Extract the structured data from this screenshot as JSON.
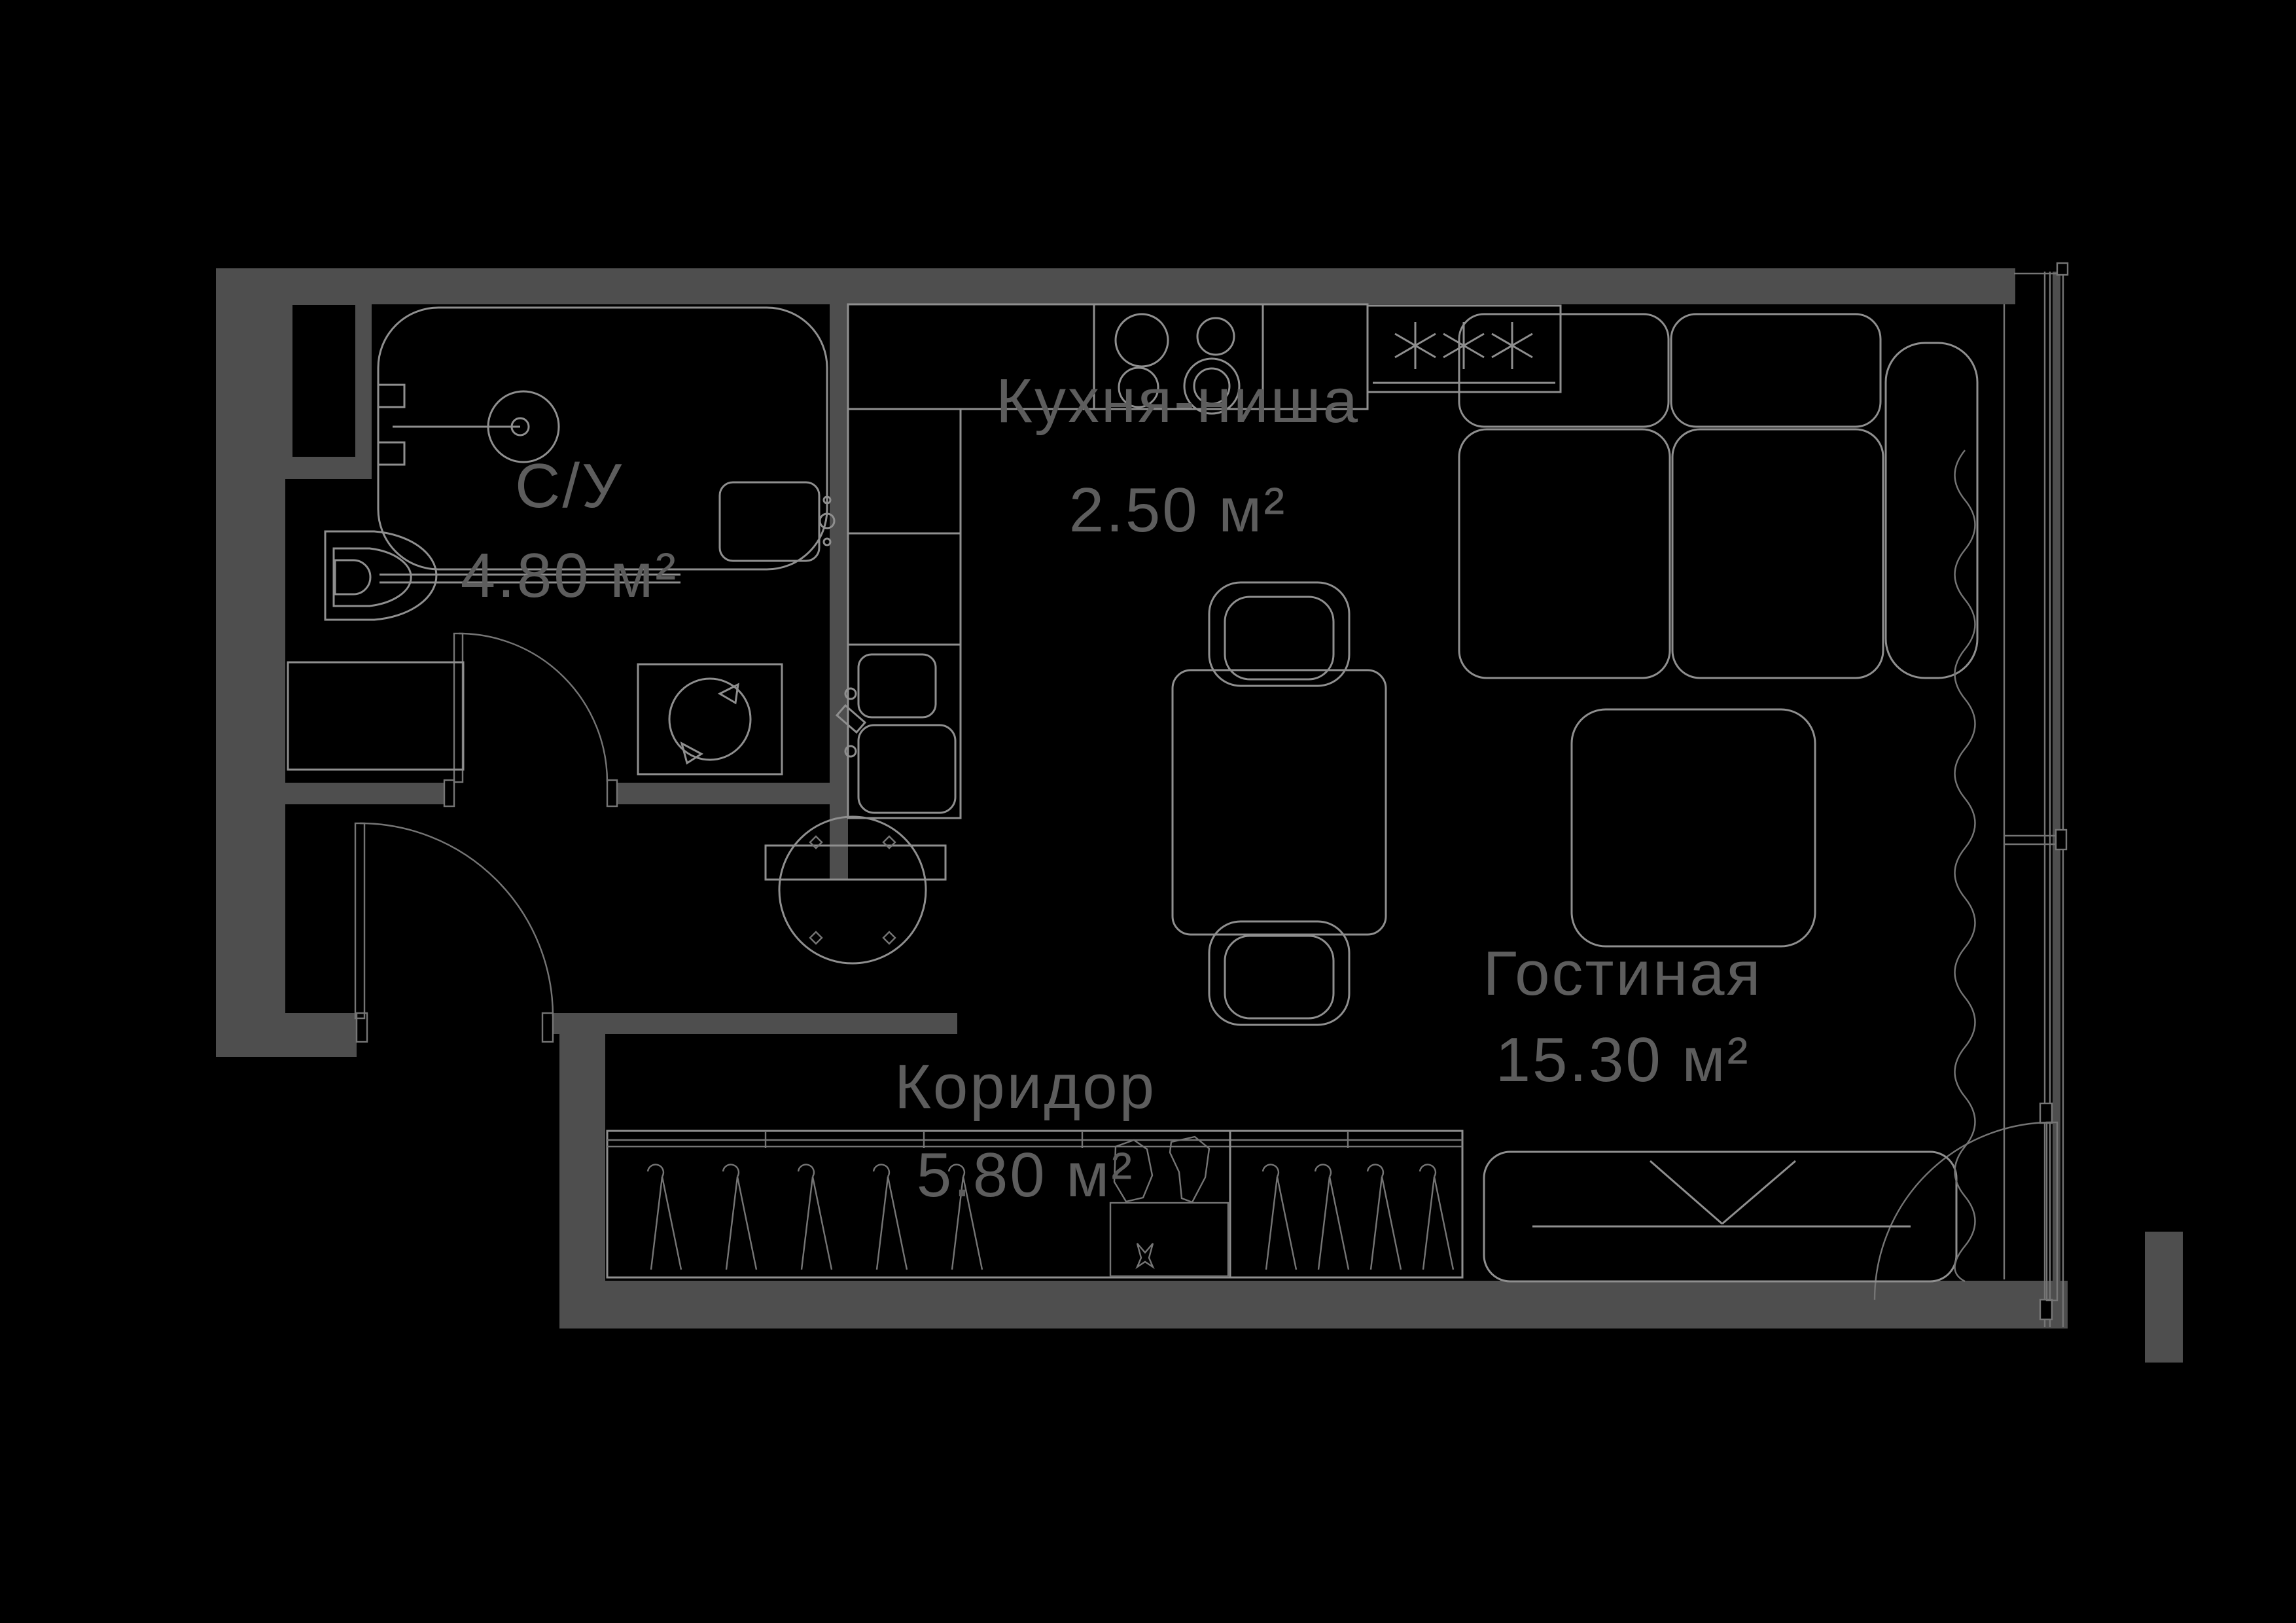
{
  "colors": {
    "bg": "#000000",
    "wall": "#4e4e4e",
    "line": "#8f8f8f",
    "line-dim": "#757575",
    "text": "#5d5d5d"
  },
  "rooms": {
    "bathroom": {
      "name": "С/У",
      "area": "4.80 м²"
    },
    "kitchen": {
      "name": "Кухня-ниша",
      "area": "2.50 м²"
    },
    "corridor": {
      "name": "Коридор",
      "area": "5.80 м²"
    },
    "living": {
      "name": "Гостиная",
      "area": "15.30 м²"
    }
  }
}
